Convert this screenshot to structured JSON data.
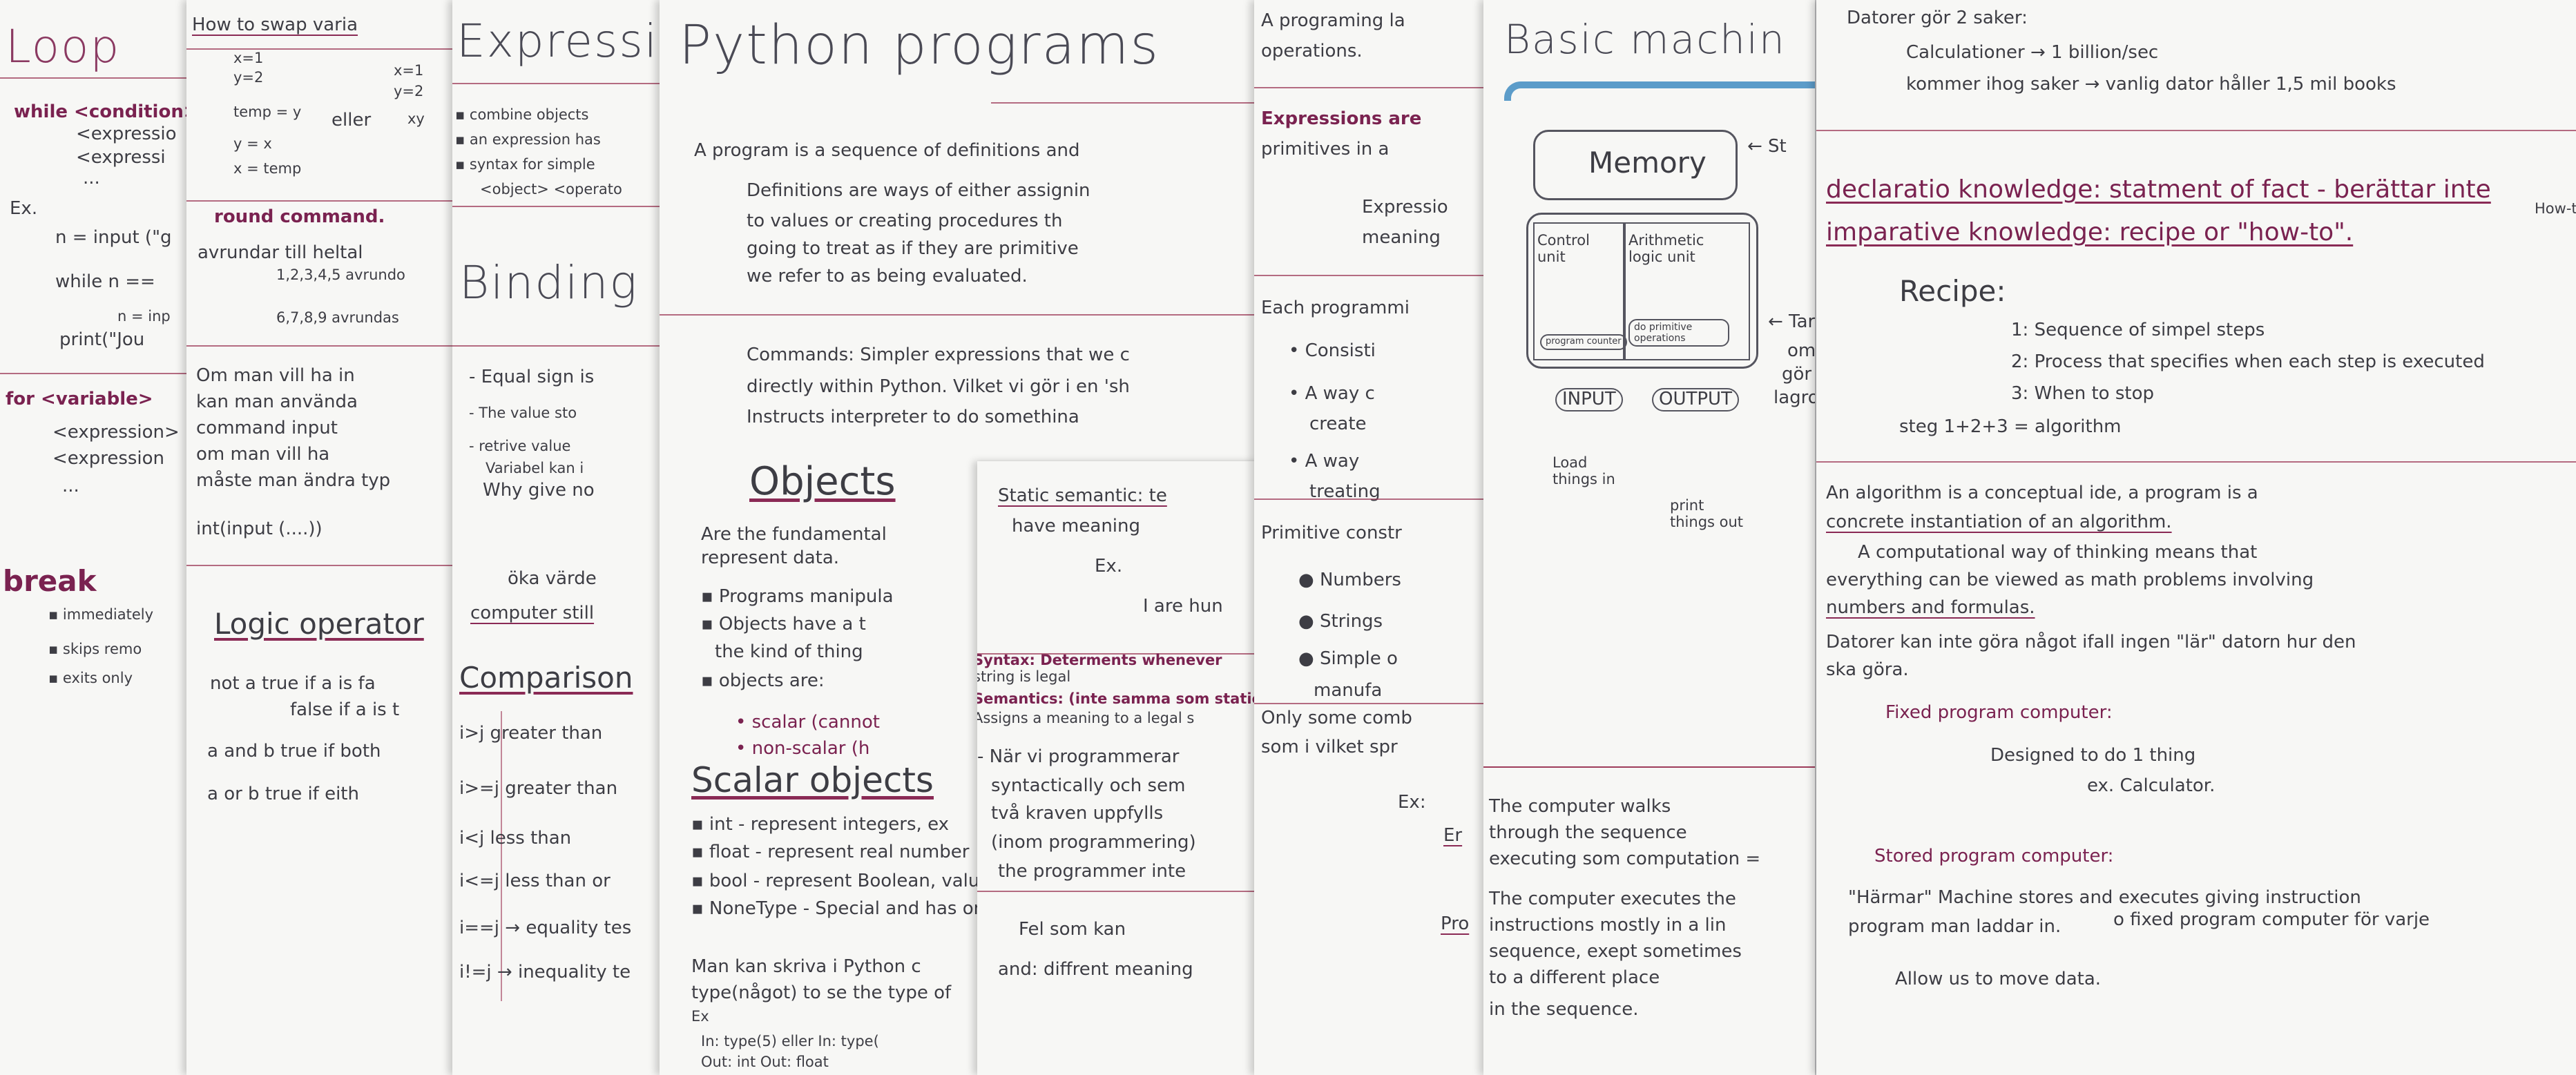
{
  "sheets": [
    {
      "id": "loops",
      "title": "Loop",
      "lines": [
        "while <condition>",
        "<expressio",
        "<expressi",
        "...",
        "Ex.",
        "n = input (\"g",
        "while n ==",
        "n = inp",
        "print(\"Jou",
        "for <variable>",
        "<expression>",
        "<expression",
        "...",
        "break",
        "▪ immediately",
        "▪ skips remo",
        "▪ exits only"
      ]
    },
    {
      "id": "swap",
      "title": "How to swap varia",
      "lines": [
        "x=1",
        "y=2",
        "x=1",
        "y=2",
        "temp = y",
        "eller",
        "xy",
        "y = x",
        "x = temp",
        "round command.",
        "avrundar till heltal",
        "1,2,3,4,5 avrundo",
        "6,7,8,9 avrundas",
        "Om man vill ha in",
        "kan man använda",
        "command input",
        "om man vill ha",
        "måste man ändra typ",
        "int(input (....))",
        "Logic operator",
        "not a  true if a is fa",
        "false if a is t",
        "a and b  true if both",
        "a or b  true if eith"
      ]
    },
    {
      "id": "expressions-binding",
      "title": "Expressio",
      "lines": [
        "▪ combine objects",
        "▪ an expression has",
        "▪ syntax for simple",
        "<object> <operato",
        "Binding",
        "- Equal sign is",
        "- The value sto",
        "- retrive value",
        "Variabel kan i",
        "Why give no",
        "öka värde",
        "computer still",
        "Comparison",
        "i>j  greater than",
        "i>=j  greater than",
        "i<j  less than",
        "i<=j  less than or",
        "i==j → equality tes",
        "i!=j → inequality te"
      ]
    },
    {
      "id": "python-programs",
      "title": "Python programs",
      "lines": [
        "A program is a sequence of definitions and",
        "Definitions are ways of either assignin",
        "to values or creating procedures th",
        "going to treat as if they are primitive",
        "we refer to as being evaluated.",
        "Commands: Simpler expressions that we c",
        "directly within Python. Vilket vi gör i en 'sh",
        "Instructs interpreter to do somethina",
        "Objects",
        "Are the fundamental",
        "represent data.",
        "▪ Programs manipula",
        "▪ Objects have a t",
        "the kind of thing",
        "▪ objects are:",
        "• scalar (cannot",
        "• non-scalar (h",
        "Scalar objects",
        "▪ int - represent integers, ex",
        "▪ float - represent real number",
        "▪ bool - represent Boolean, values",
        "▪ NoneType - Special and has one v",
        "Man kan skriva i Python c",
        "type(något) to se the type of",
        "Ex",
        "In: type(5)   eller   In: type(",
        "Out: int              Out: float"
      ]
    },
    {
      "id": "semantics",
      "lines": [
        "Static semantic: te",
        "have meaning",
        "Ex.",
        "I are hun",
        "Syntax: Determents whenever",
        "string is legal",
        "Semantics: (inte samma som static",
        "Assigns a meaning to a legal s",
        "- När vi programmerar",
        "syntactically och sem",
        "två kraven uppfylls",
        "(inom programmering)",
        "the programmer inte",
        "Fel som kan",
        "and: diffrent meaning"
      ]
    },
    {
      "id": "programming-language",
      "lines": [
        "A programing la",
        "operations.",
        "Expressions are",
        "primitives in a",
        "Expressio",
        "meaning",
        "Each programmi",
        "• Consisti",
        "• A way c",
        "create",
        "• A way",
        "treating",
        "Primitive constr",
        "● Numbers",
        "● Strings",
        "● Simple o",
        "manufa",
        "Only some comb",
        "som i vilket spr",
        "Ex:",
        "Er",
        "Pro"
      ]
    },
    {
      "id": "basic-machine",
      "title": "Basic machin",
      "lines": [
        "Memory",
        "← St",
        "Control unit",
        "Arithmetic logic unit",
        "program counter",
        "do primitive operations",
        "← Tar",
        "om",
        "gör",
        "lagro",
        "INPUT",
        "OUTPUT",
        "Load things in",
        "print things out",
        "The computer walks",
        "through the sequence",
        "executing som computation =",
        "The computer executes the",
        "instructions mostly in a lin",
        "sequence, exept sometimes",
        "to a different place",
        "in the sequence."
      ]
    },
    {
      "id": "knowledge",
      "lines": [
        "Datorer gör 2 saker:",
        "Calculationer → 1 billion/sec",
        "kommer ihog saker → vanlig dator håller 1,5 mil books",
        "declaratio knowledge: statment of fact - berättar inte",
        "How-to",
        "imparative knowledge: recipe or \"how-to\".",
        "Recipe:",
        "1: Sequence of simpel steps",
        "2: Process that specifies when each step is executed",
        "3: When to stop",
        "steg 1+2+3 = algorithm",
        "An algorithm is a conceptual ide, a program is a",
        "concrete instantiation of an algorithm.",
        "A computational way of thinking means that",
        "everything can be viewed as math problems involving",
        "numbers and formulas.",
        "Datorer kan inte göra något ifall ingen \"lär\" datorn hur den",
        "ska göra.",
        "Fixed program computer:",
        "Designed to do 1 thing",
        "ex. Calculator.",
        "Stored program computer:",
        "\"Härmar\" Machine stores and executes giving instruction",
        "program man laddar in.",
        "o fixed program computer för varje",
        "Allow us to move data."
      ]
    }
  ]
}
